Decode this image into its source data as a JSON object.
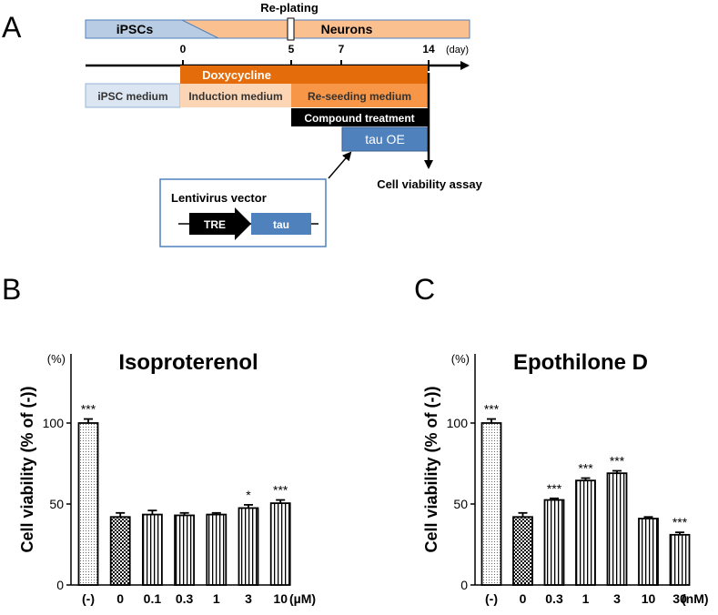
{
  "panels": {
    "a": "A",
    "b": "B",
    "c": "C"
  },
  "timeline": {
    "replating": "Re-plating",
    "stage_ipsc": "iPSCs",
    "stage_neurons": "Neurons",
    "ticks": [
      "0",
      "5",
      "7",
      "14"
    ],
    "unit": "(day)",
    "doxycycline": "Doxycycline",
    "ipsc_medium": "iPSC medium",
    "induction_medium": "Induction medium",
    "reseeding_medium": "Re-seeding medium",
    "compound_treatment": "Compound treatment",
    "tau_oe": "tau OE",
    "assay": "Cell viability assay",
    "vector_title": "Lentivirus vector",
    "tre": "TRE",
    "tau": "tau"
  },
  "colors": {
    "ipsc_blue": "#b8cce4",
    "neuron_peach": "#fac090",
    "orange": "#e46c0a",
    "light_peach": "#fcd5b4",
    "tau_blue": "#4f81bd",
    "frame_blue": "#4f81bd"
  },
  "chart_data": [
    {
      "type": "bar",
      "title": "Isoproterenol",
      "ylabel": "Cell viability (% of (-))",
      "yunit": "(%)",
      "xunit": "(µM)",
      "ylim": [
        0,
        125
      ],
      "yticks": [
        "0",
        "50",
        "100"
      ],
      "categories": [
        "(-)",
        "0",
        "0.1",
        "0.3",
        "1",
        "3",
        "10"
      ],
      "values": [
        100,
        42,
        43.5,
        43,
        43.5,
        47.5,
        50.5
      ],
      "errors": [
        2.5,
        2.5,
        2.5,
        1.5,
        1,
        2,
        2
      ],
      "significance": [
        "***",
        "",
        "",
        "",
        "",
        "*",
        "***"
      ],
      "patterns": [
        "dots",
        "check",
        "vstripe",
        "vstripe",
        "vstripe",
        "vstripe",
        "vstripe"
      ]
    },
    {
      "type": "bar",
      "title": "Epothilone D",
      "ylabel": "Cell viability (% of (-))",
      "yunit": "(%)",
      "xunit": "(nM)",
      "ylim": [
        0,
        125
      ],
      "yticks": [
        "0",
        "50",
        "100"
      ],
      "categories": [
        "(-)",
        "0",
        "0.3",
        "1",
        "3",
        "10",
        "30"
      ],
      "values": [
        100,
        42,
        52.5,
        64.5,
        69,
        41,
        31
      ],
      "errors": [
        2.5,
        2.5,
        1,
        1.5,
        1.5,
        1,
        1.5
      ],
      "significance": [
        "***",
        "",
        "***",
        "***",
        "***",
        "",
        "***"
      ],
      "patterns": [
        "dots",
        "check",
        "vstripe",
        "vstripe",
        "vstripe",
        "vstripe",
        "vstripe"
      ]
    }
  ]
}
